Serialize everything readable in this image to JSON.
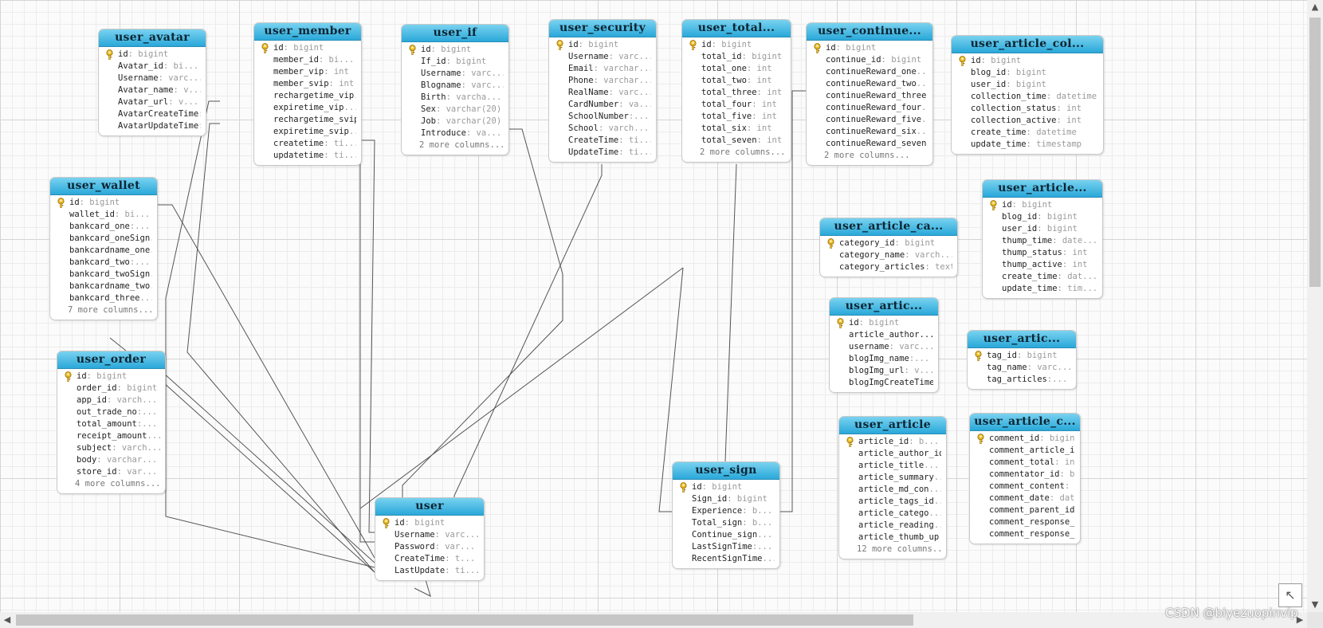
{
  "colors": {
    "header_top": "#79d2f0",
    "header_bottom": "#2aa8d9",
    "key": "#e8b21a",
    "link": "#555555"
  },
  "icons": {
    "key": "key-icon",
    "scroll_up": "up-arrow-icon",
    "scroll_down": "down-arrow-icon",
    "scroll_left": "left-arrow-icon",
    "scroll_right": "right-arrow-icon",
    "nav": "expand-arrow-icon"
  },
  "scroll": {
    "up": "▲",
    "down": "▼",
    "left": "◀",
    "right": "▶"
  },
  "nav_button": {
    "glyph": "↖"
  },
  "watermark": "CSDN @biyezuopinvip",
  "tables": [
    {
      "id": "user_avatar",
      "title": "user_avatar",
      "columns": [
        {
          "name": "id",
          "type": ": bigint",
          "key": true
        },
        {
          "name": "Avatar_id",
          "type": ": bi..."
        },
        {
          "name": "Username",
          "type": ": varc..."
        },
        {
          "name": "Avatar_name",
          "type": ": v..."
        },
        {
          "name": "Avatar_url",
          "type": ": v..."
        },
        {
          "name": "AvatarCreateTime",
          "type": ":..."
        },
        {
          "name": "AvatarUpdateTime",
          "type": ":..."
        }
      ],
      "more": ""
    },
    {
      "id": "user_member",
      "title": "user_member",
      "columns": [
        {
          "name": "id",
          "type": ": bigint",
          "key": true
        },
        {
          "name": "member_id",
          "type": ": bi..."
        },
        {
          "name": "member_vip",
          "type": ": int"
        },
        {
          "name": "member_svip",
          "type": ": int"
        },
        {
          "name": "rechargetime_vip",
          "type": "..."
        },
        {
          "name": "expiretime_vip",
          "type": "..."
        },
        {
          "name": "rechargetime_svip",
          "type": ""
        },
        {
          "name": "expiretime_svip",
          "type": "..."
        },
        {
          "name": "createtime",
          "type": ": ti..."
        },
        {
          "name": "updatetime",
          "type": ": ti..."
        }
      ],
      "more": ""
    },
    {
      "id": "user_if",
      "title": "user_if",
      "columns": [
        {
          "name": "id",
          "type": ": bigint",
          "key": true
        },
        {
          "name": "If_id",
          "type": ": bigint"
        },
        {
          "name": "Username",
          "type": ": varc..."
        },
        {
          "name": "Blogname",
          "type": ": varc..."
        },
        {
          "name": "Birth",
          "type": ": varcha..."
        },
        {
          "name": "Sex",
          "type": ": varchar(20)"
        },
        {
          "name": "Job",
          "type": ": varchar(20)"
        },
        {
          "name": "Introduce",
          "type": ": va..."
        }
      ],
      "more": "2 more columns..."
    },
    {
      "id": "user_security",
      "title": "user_security",
      "columns": [
        {
          "name": "id",
          "type": ": bigint",
          "key": true
        },
        {
          "name": "Username",
          "type": ": varc..."
        },
        {
          "name": "Email",
          "type": ": varchar..."
        },
        {
          "name": "Phone",
          "type": ": varchar..."
        },
        {
          "name": "RealName",
          "type": ": varc..."
        },
        {
          "name": "CardNumber",
          "type": ": va..."
        },
        {
          "name": "SchoolNumber",
          "type": ":..."
        },
        {
          "name": "School",
          "type": ": varch..."
        },
        {
          "name": "CreateTime",
          "type": ": ti..."
        },
        {
          "name": "UpdateTime",
          "type": ": ti..."
        }
      ],
      "more": ""
    },
    {
      "id": "user_total",
      "title": "user_total...",
      "columns": [
        {
          "name": "id",
          "type": ": bigint",
          "key": true
        },
        {
          "name": "total_id",
          "type": ": bigint"
        },
        {
          "name": "total_one",
          "type": ": int"
        },
        {
          "name": "total_two",
          "type": ": int"
        },
        {
          "name": "total_three",
          "type": ": int"
        },
        {
          "name": "total_four",
          "type": ": int"
        },
        {
          "name": "total_five",
          "type": ": int"
        },
        {
          "name": "total_six",
          "type": ": int"
        },
        {
          "name": "total_seven",
          "type": ": int"
        }
      ],
      "more": "2 more columns..."
    },
    {
      "id": "user_continue",
      "title": "user_continue...",
      "columns": [
        {
          "name": "id",
          "type": ": bigint",
          "key": true
        },
        {
          "name": "continue_id",
          "type": ": bigint"
        },
        {
          "name": "continueReward_one",
          "type": "..."
        },
        {
          "name": "continueReward_two",
          "type": "..."
        },
        {
          "name": "continueReward_three",
          "type": ""
        },
        {
          "name": "continueReward_four",
          "type": "..."
        },
        {
          "name": "continueReward_five",
          "type": "..."
        },
        {
          "name": "continueReward_six",
          "type": "..."
        },
        {
          "name": "continueReward_seven",
          "type": ""
        }
      ],
      "more": "2 more columns..."
    },
    {
      "id": "user_article_col",
      "title": "user_article_col...",
      "columns": [
        {
          "name": "id",
          "type": ": bigint",
          "key": true
        },
        {
          "name": "blog_id",
          "type": ": bigint"
        },
        {
          "name": "user_id",
          "type": ": bigint"
        },
        {
          "name": "collection_time",
          "type": ": datetime"
        },
        {
          "name": "collection_status",
          "type": ": int"
        },
        {
          "name": "collection_active",
          "type": ": int"
        },
        {
          "name": "create_time",
          "type": ": datetime"
        },
        {
          "name": "update_time",
          "type": ": timestamp"
        }
      ],
      "more": ""
    },
    {
      "id": "user_wallet",
      "title": "user_wallet",
      "columns": [
        {
          "name": "id",
          "type": ": bigint",
          "key": true
        },
        {
          "name": "wallet_id",
          "type": ": bi..."
        },
        {
          "name": "bankcard_one",
          "type": ":..."
        },
        {
          "name": "bankcard_oneSign",
          "type": "..."
        },
        {
          "name": "bankcardname_one",
          "type": "..."
        },
        {
          "name": "bankcard_two",
          "type": ":..."
        },
        {
          "name": "bankcard_twoSign",
          "type": "..."
        },
        {
          "name": "bankcardname_two",
          "type": "..."
        },
        {
          "name": "bankcard_three",
          "type": "..."
        }
      ],
      "more": "7 more columns..."
    },
    {
      "id": "user_article_thumb",
      "title": "user_article...",
      "columns": [
        {
          "name": "id",
          "type": ": bigint",
          "key": true
        },
        {
          "name": "blog_id",
          "type": ": bigint"
        },
        {
          "name": "user_id",
          "type": ": bigint"
        },
        {
          "name": "thump_time",
          "type": ": date..."
        },
        {
          "name": "thump_status",
          "type": ": int"
        },
        {
          "name": "thump_active",
          "type": ": int"
        },
        {
          "name": "create_time",
          "type": ": dat..."
        },
        {
          "name": "update_time",
          "type": ": tim..."
        }
      ],
      "more": ""
    },
    {
      "id": "user_article_category",
      "title": "user_article_ca...",
      "columns": [
        {
          "name": "category_id",
          "type": ": bigint",
          "key": true
        },
        {
          "name": "category_name",
          "type": ": varch..."
        },
        {
          "name": "category_articles",
          "type": ": text"
        }
      ],
      "more": ""
    },
    {
      "id": "user_article_img",
      "title": "user_artic...",
      "columns": [
        {
          "name": "id",
          "type": ": bigint",
          "key": true
        },
        {
          "name": "article_author...",
          "type": ""
        },
        {
          "name": "username",
          "type": ": varc..."
        },
        {
          "name": "blogImg_name",
          "type": ":..."
        },
        {
          "name": "blogImg_url",
          "type": ": v..."
        },
        {
          "name": "blogImgCreateTime",
          "type": ""
        }
      ],
      "more": ""
    },
    {
      "id": "user_article_tag",
      "title": "user_artic...",
      "columns": [
        {
          "name": "tag_id",
          "type": ": bigint",
          "key": true
        },
        {
          "name": "tag_name",
          "type": ": varc..."
        },
        {
          "name": "tag_articles",
          "type": ":..."
        }
      ],
      "more": ""
    },
    {
      "id": "user_order",
      "title": "user_order",
      "columns": [
        {
          "name": "id",
          "type": ": bigint",
          "key": true
        },
        {
          "name": "order_id",
          "type": ": bigint"
        },
        {
          "name": "app_id",
          "type": ": varch..."
        },
        {
          "name": "out_trade_no",
          "type": ":..."
        },
        {
          "name": "total_amount",
          "type": ":..."
        },
        {
          "name": "receipt_amount",
          "type": "..."
        },
        {
          "name": "subject",
          "type": ": varch..."
        },
        {
          "name": "body",
          "type": ": varchar..."
        },
        {
          "name": "store_id",
          "type": ": var..."
        }
      ],
      "more": "4 more columns..."
    },
    {
      "id": "user_article",
      "title": "user_article",
      "columns": [
        {
          "name": "article_id",
          "type": ": b...",
          "key": true
        },
        {
          "name": "article_author_id",
          "type": ""
        },
        {
          "name": "article_title",
          "type": "..."
        },
        {
          "name": "article_summary",
          "type": "..."
        },
        {
          "name": "article_md_con",
          "type": "..."
        },
        {
          "name": "article_tags_id",
          "type": "..."
        },
        {
          "name": "article_catego",
          "type": "..."
        },
        {
          "name": "article_reading",
          "type": "..."
        },
        {
          "name": "article_thumb_up",
          "type": ""
        }
      ],
      "more": "12 more columns..."
    },
    {
      "id": "user_article_comment",
      "title": "user_article_c...",
      "columns": [
        {
          "name": "comment_id",
          "type": ": bigint",
          "key": true
        },
        {
          "name": "comment_article_id",
          "type": "..."
        },
        {
          "name": "comment_total",
          "type": ": int"
        },
        {
          "name": "commentator_id",
          "type": ": bi..."
        },
        {
          "name": "comment_content",
          "type": ": text"
        },
        {
          "name": "comment_date",
          "type": ": datetime"
        },
        {
          "name": "comment_parent_id",
          "type": ":..."
        },
        {
          "name": "comment_response_id",
          "type": "..."
        },
        {
          "name": "comment_response_date",
          "type": ""
        }
      ],
      "more": ""
    },
    {
      "id": "user_sign",
      "title": "user_sign",
      "columns": [
        {
          "name": "id",
          "type": ": bigint",
          "key": true
        },
        {
          "name": "Sign_id",
          "type": ": bigint"
        },
        {
          "name": "Experience",
          "type": ": b..."
        },
        {
          "name": "Total_sign",
          "type": ": b..."
        },
        {
          "name": "Continue_sign",
          "type": "..."
        },
        {
          "name": "LastSignTime",
          "type": ":..."
        },
        {
          "name": "RecentSignTime",
          "type": "..."
        }
      ],
      "more": ""
    },
    {
      "id": "user",
      "title": "user",
      "columns": [
        {
          "name": "id",
          "type": ": bigint",
          "key": true
        },
        {
          "name": "Username",
          "type": ": varc..."
        },
        {
          "name": "Password",
          "type": ": var..."
        },
        {
          "name": "CreateTime",
          "type": ": t..."
        },
        {
          "name": "LastUpdate",
          "type": ": ti..."
        }
      ],
      "more": ""
    }
  ]
}
